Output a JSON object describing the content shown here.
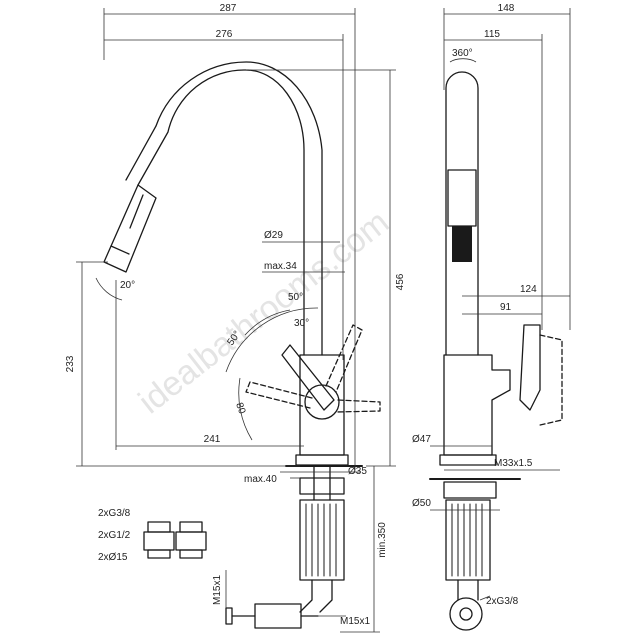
{
  "watermark": "idealbathrooms.com",
  "side_view": {
    "dims": {
      "overall_width": "287",
      "spout_reach": "276",
      "overall_height": "456",
      "spray_angle": "20°",
      "spout_diameter": "Ø29",
      "spout_max": "max.34",
      "angle_50_upper": "50°",
      "angle_30": "30°",
      "angle_50_left": "50°",
      "angle_80": "80",
      "spout_height": "233",
      "lever_reach": "241",
      "base_diameter": "Ø35",
      "max_deck": "max.40",
      "min_length": "min.350",
      "thread_m15_vertical": "M15x1",
      "thread_m15": "M15x1"
    },
    "fittings": {
      "g38": "2xG3/8",
      "g12": "2xG1/2",
      "d15": "2xØ15"
    }
  },
  "front_view": {
    "dims": {
      "overall_width": "148",
      "body_width": "115",
      "swivel": "360°",
      "lever_124": "124",
      "lever_91": "91",
      "body_diameter": "Ø47",
      "thread_m33": "M33x1.5",
      "base_plate": "Ø50",
      "connection": "2xG3/8"
    }
  }
}
